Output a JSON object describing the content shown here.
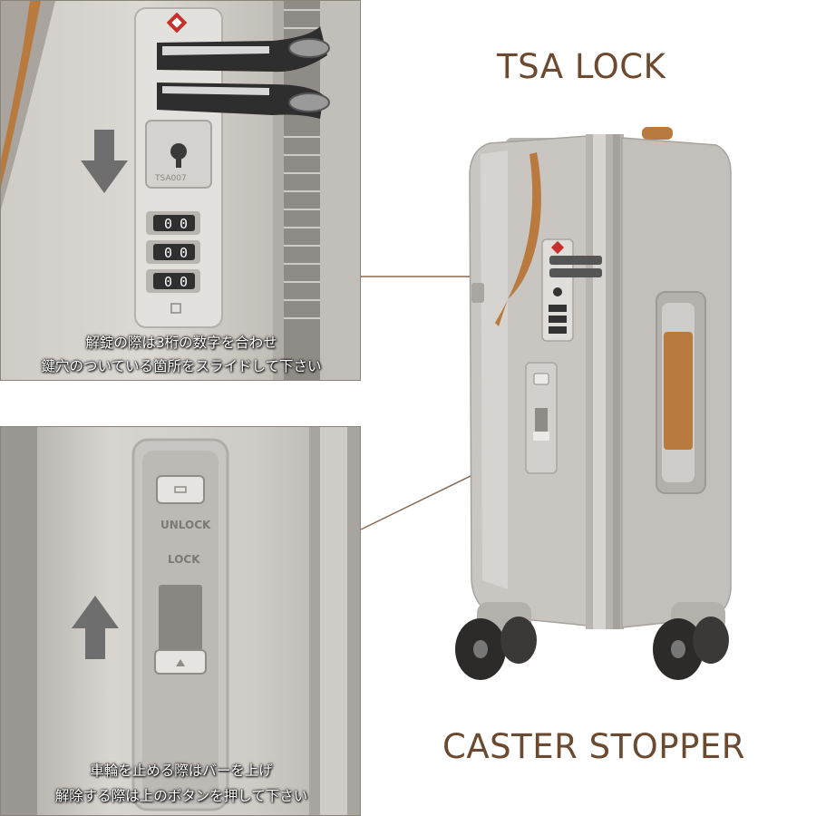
{
  "tsa_panel": {
    "caption_line1": "解錠の際は3桁の数字を合わせ",
    "caption_line2": "鍵穴のついている箇所をスライドして下さい",
    "dial_digits": [
      "0",
      "0",
      "0"
    ],
    "keyhole_text": "TSA007",
    "arrow_direction": "down"
  },
  "caster_panel": {
    "unlock_label": "UNLOCK",
    "lock_label": "LOCK",
    "caption_line1": "車輪を止める際はバーを上げ",
    "caption_line2": "解除する際は上のボタンを押して下さい",
    "arrow_direction": "up"
  },
  "titles": {
    "tsa_lock": "TSA LOCK",
    "caster_stopper": "CASTER STOPPER"
  },
  "colors": {
    "title_brown": "#6b4a2f",
    "leather": "#b87a3e",
    "leader_line": "#8c6a50",
    "shell_silver": "#c9c6c1",
    "arrow_gray": "#6e6e6e"
  }
}
